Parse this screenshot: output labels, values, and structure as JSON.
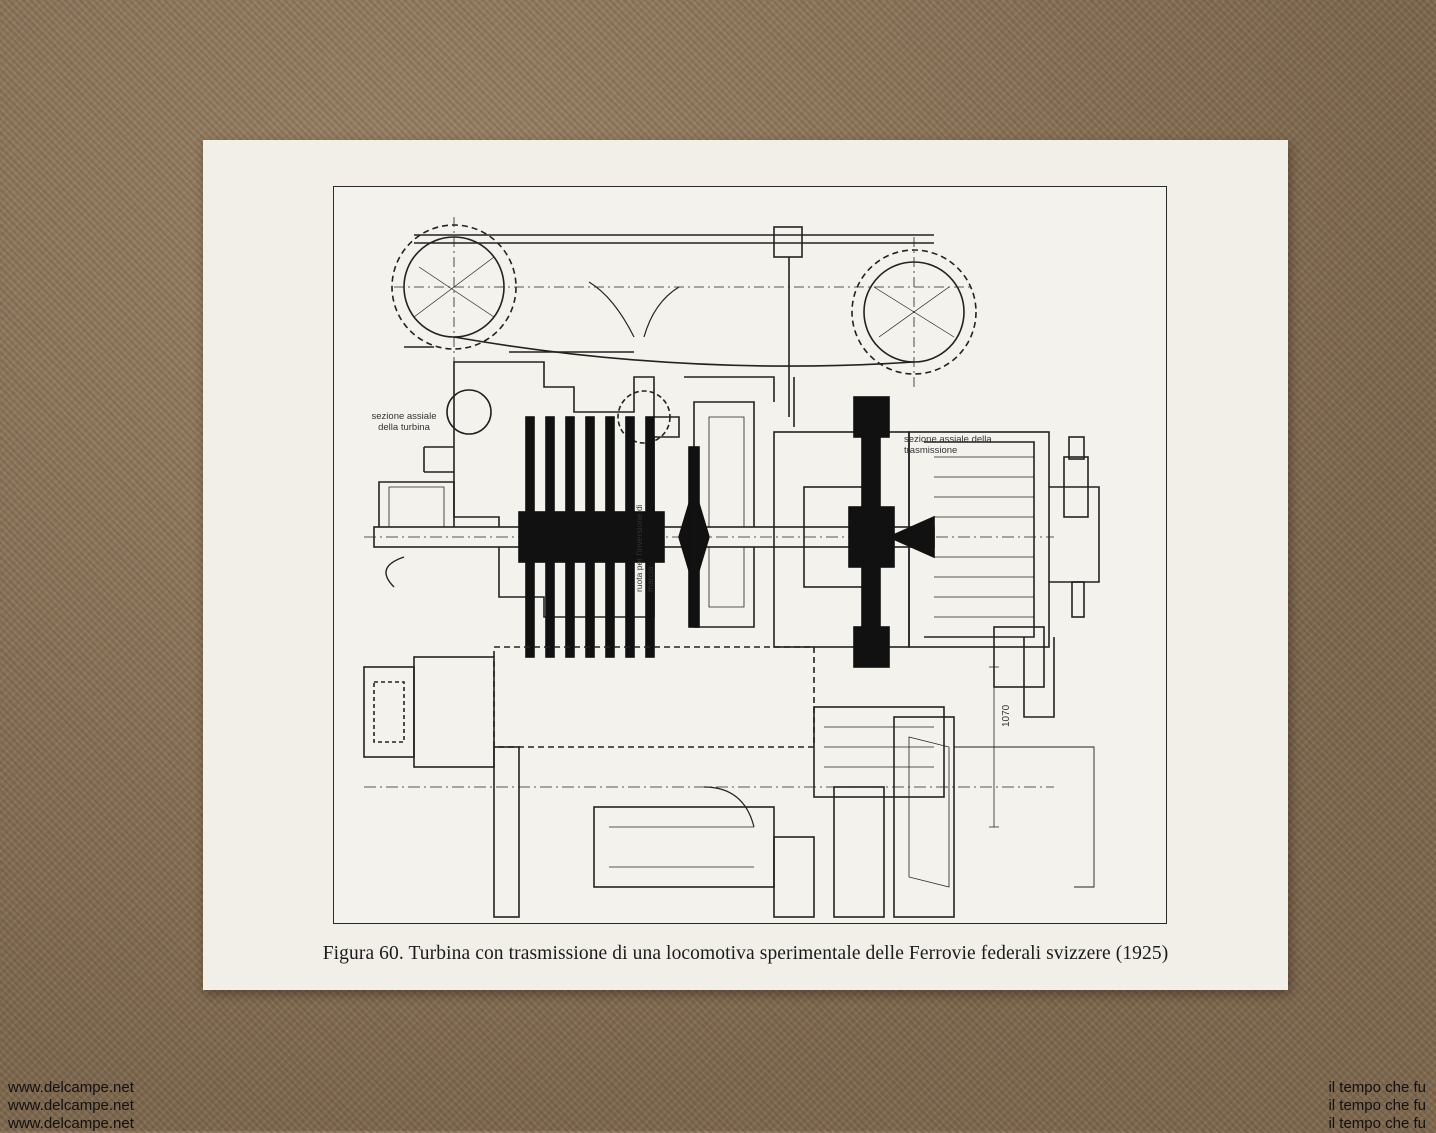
{
  "figure": {
    "caption": "Figura 60. Turbina con trasmissione di una locomotiva sperimentale delle Ferrovie federali svizzere (1925)",
    "labels": {
      "turbine_section": "sezione assiale della turbina",
      "transmission_section": "sezione assiale della trasmissione",
      "reversing_wheel": "ruota per l'inversione di marcia",
      "dimension": "1070"
    }
  },
  "watermark_left": [
    "www.delcampe.net",
    "www.delcampe.net",
    "www.delcampe.net"
  ],
  "watermark_right": [
    "il tempo che fu",
    "il tempo che fu",
    "il tempo che fu"
  ],
  "colors": {
    "paper": "#f1efe8",
    "ink": "#222222",
    "burlap": "#8a7560"
  }
}
